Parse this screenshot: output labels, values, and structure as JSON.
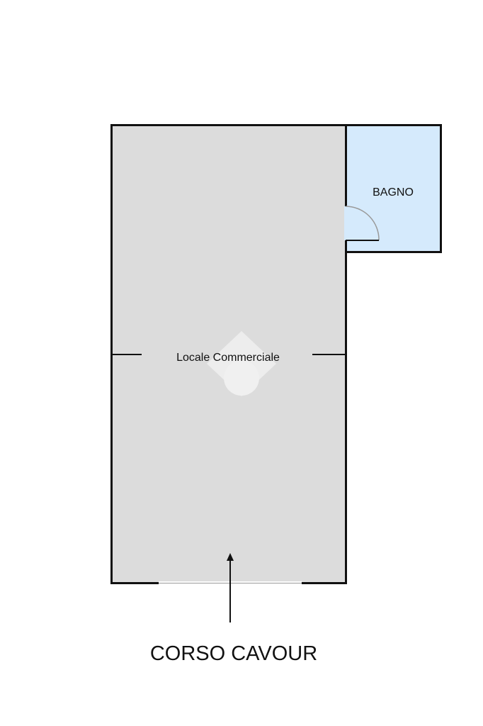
{
  "rooms": {
    "main": {
      "label": "Locale Commerciale",
      "fill": "#dcdcdc"
    },
    "bathroom": {
      "label": "BAGNO",
      "fill": "#d5eafc"
    }
  },
  "street": {
    "label": "CORSO CAVOUR"
  },
  "colors": {
    "wall": "#111111",
    "door_arc": "#9a9a9a",
    "watermark": "#f2f2f2"
  },
  "icons": {
    "entrance": "arrow-up-icon",
    "door": "door-swing-icon",
    "watermark": "location-pin-watermark-icon"
  }
}
